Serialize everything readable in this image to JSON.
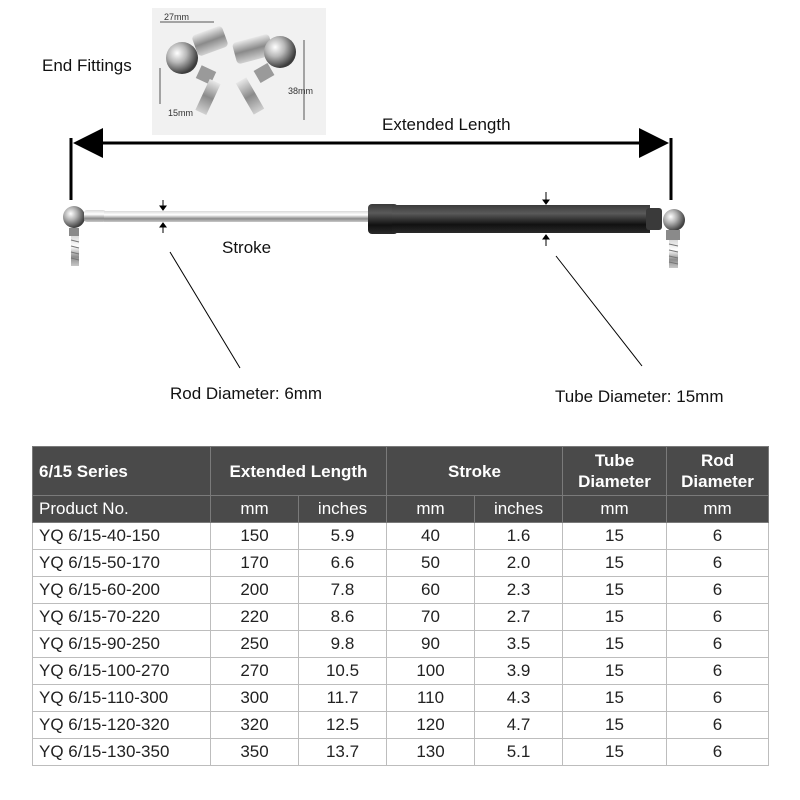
{
  "diagram": {
    "end_fittings_label": "End Fittings",
    "extended_length_label": "Extended Length",
    "stroke_label": "Stroke",
    "rod_diameter_label": "Rod Diameter: 6mm",
    "tube_diameter_label": "Tube Diameter: 15mm",
    "fitting_dims": {
      "width": "27mm",
      "thread": "15mm",
      "height": "38mm"
    }
  },
  "table": {
    "series_label": "6/15 Series",
    "group_headers": {
      "extended_length": "Extended Length",
      "stroke": "Stroke",
      "tube_diameter_line1": "Tube",
      "tube_diameter_line2": "Diameter",
      "rod_diameter_line1": "Rod",
      "rod_diameter_line2": "Diameter"
    },
    "sub_headers": {
      "product_no": "Product No.",
      "ext_mm": "mm",
      "ext_inches": "inches",
      "stroke_mm": "mm",
      "stroke_inches": "inches",
      "tube_mm": "mm",
      "rod_mm": "mm"
    },
    "rows": [
      [
        "YQ 6/15-40-150",
        "150",
        "5.9",
        "40",
        "1.6",
        "15",
        "6"
      ],
      [
        "YQ 6/15-50-170",
        "170",
        "6.6",
        "50",
        "2.0",
        "15",
        "6"
      ],
      [
        "YQ 6/15-60-200",
        "200",
        "7.8",
        "60",
        "2.3",
        "15",
        "6"
      ],
      [
        "YQ 6/15-70-220",
        "220",
        "8.6",
        "70",
        "2.7",
        "15",
        "6"
      ],
      [
        "YQ 6/15-90-250",
        "250",
        "9.8",
        "90",
        "3.5",
        "15",
        "6"
      ],
      [
        "YQ 6/15-100-270",
        "270",
        "10.5",
        "100",
        "3.9",
        "15",
        "6"
      ],
      [
        "YQ 6/15-110-300",
        "300",
        "11.7",
        "110",
        "4.3",
        "15",
        "6"
      ],
      [
        "YQ 6/15-120-320",
        "320",
        "12.5",
        "120",
        "4.7",
        "15",
        "6"
      ],
      [
        "YQ 6/15-130-350",
        "350",
        "13.7",
        "130",
        "5.1",
        "15",
        "6"
      ]
    ]
  }
}
